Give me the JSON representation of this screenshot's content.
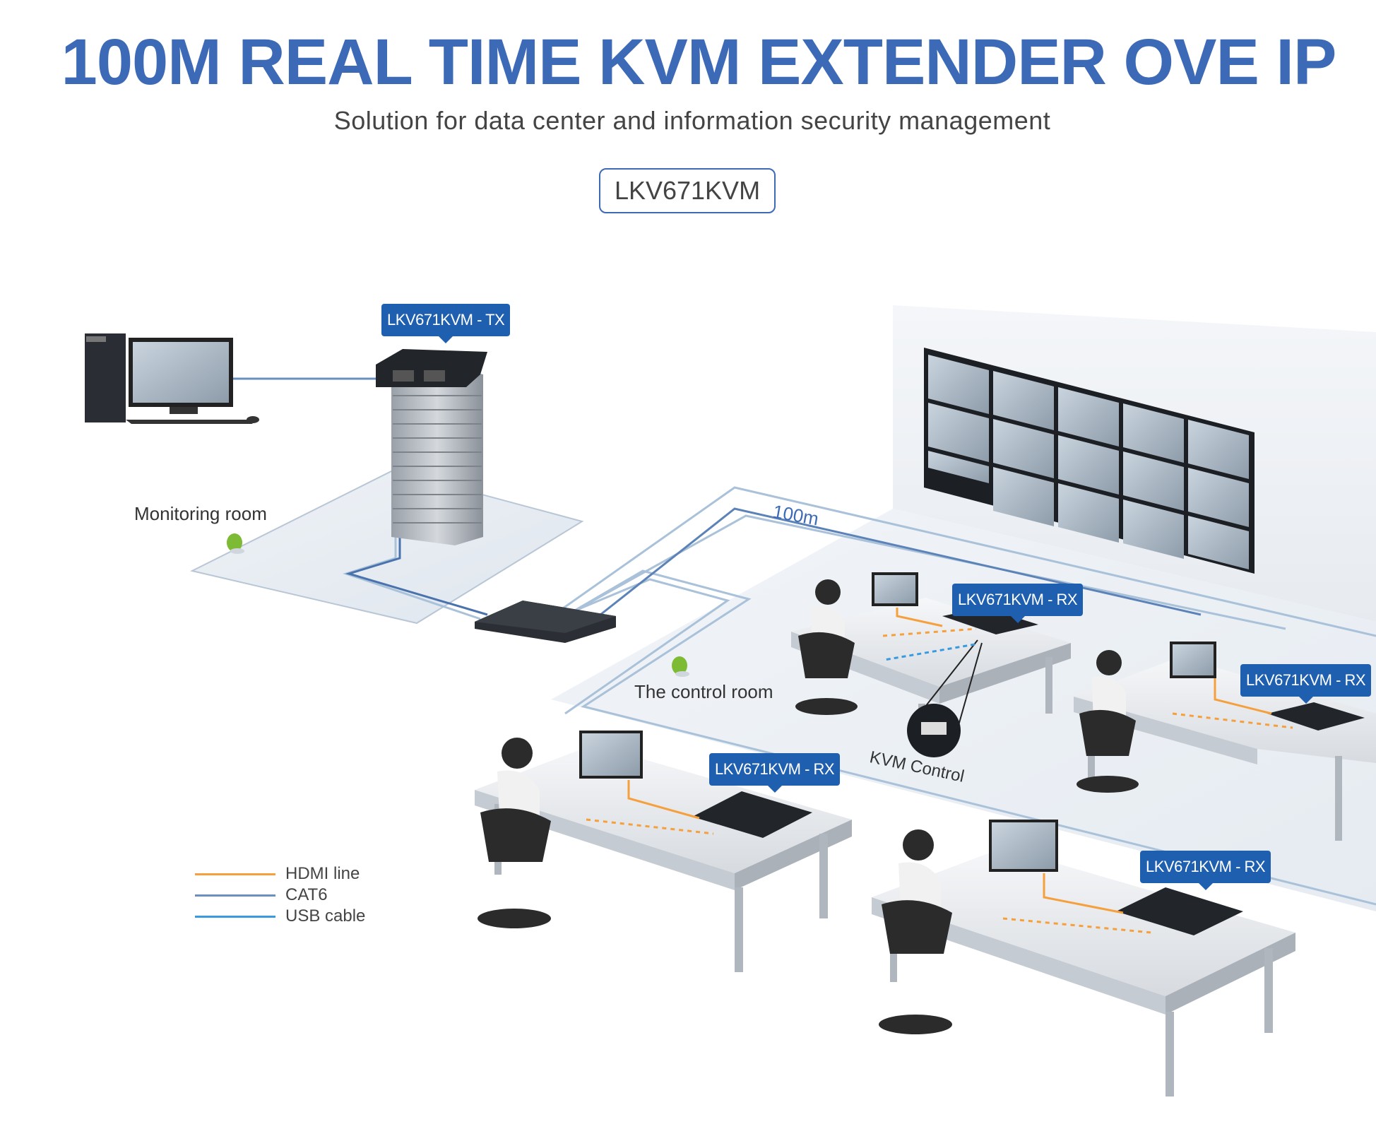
{
  "header": {
    "title": "100M REAL TIME KVM EXTENDER OVE IP",
    "subtitle": "Solution for data center and information security management",
    "model": "LKV671KVM"
  },
  "diagram": {
    "tx_tag": "LKV671KVM - TX",
    "rx_tag": "LKV671KVM - RX",
    "monitoring_room": "Monitoring room",
    "control_room": "The control room",
    "distance": "100m",
    "kvm_control": "KVM  Control"
  },
  "legend": {
    "items": [
      {
        "label": "HDMI line",
        "color": "#f5a03c"
      },
      {
        "label": "CAT6",
        "color": "#6b8fbf"
      },
      {
        "label": "USB cable",
        "color": "#3a9ae0"
      }
    ]
  },
  "colors": {
    "brand_blue": "#3d6ab7",
    "tag_blue": "#1f5fb0",
    "hdmi": "#f5a03c",
    "cat6": "#6b8fbf",
    "usb": "#3a9ae0"
  }
}
